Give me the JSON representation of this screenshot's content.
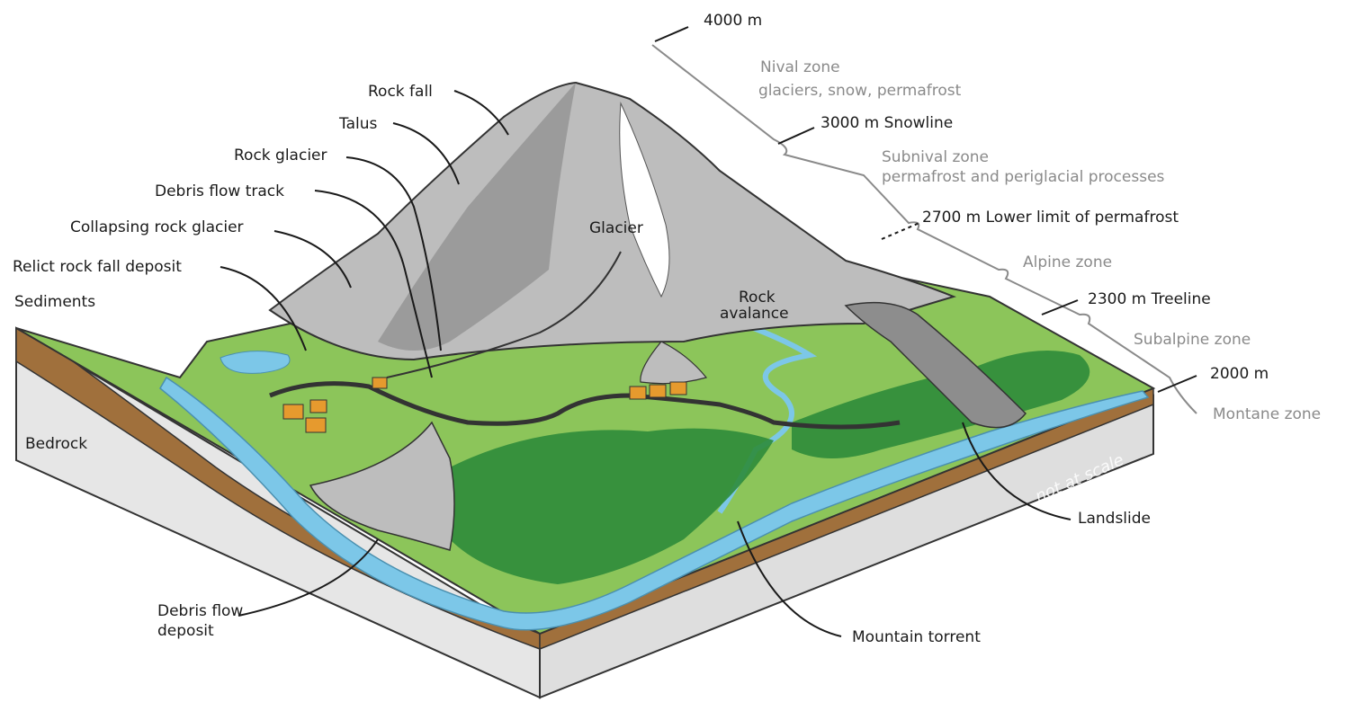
{
  "labels": {
    "rock_fall": "Rock fall",
    "talus": "Talus",
    "rock_glacier": "Rock glacier",
    "debris_flow_track": "Debris flow track",
    "collapsing_rock_glacier": "Collapsing rock glacier",
    "relict_rock_fall_deposit": "Relict rock fall deposit",
    "sediments": "Sediments",
    "bedrock": "Bedrock",
    "glacier": "Glacier",
    "rock_avalanche_line1": "Rock",
    "rock_avalanche_line2": "avalance",
    "debris_flow_deposit_line1": "Debris flow",
    "debris_flow_deposit_line2": "deposit",
    "mountain_torrent": "Mountain torrent",
    "landslide": "Landslide",
    "not_at_scale": "not at scale"
  },
  "altitude": {
    "m4000": "4000 m",
    "nival_line1": "Nival zone",
    "nival_line2": "glaciers, snow, permafrost",
    "m3000": "3000 m Snowline",
    "subnival_line1": "Subnival zone",
    "subnival_line2": "permafrost and periglacial processes",
    "m2700": "2700 m Lower limit of permafrost",
    "alpine": "Alpine zone",
    "m2300": "2300 m Treeline",
    "subalpine": "Subalpine zone",
    "m2000": "2000 m",
    "montane": "Montane zone"
  },
  "colors": {
    "grass": "#8cc55a",
    "forest": "#2e8b3a",
    "water": "#7cc7e8",
    "rock": "#b9b9b9",
    "soil": "#a0703c",
    "bedrock": "#e4e4e4",
    "house": "#e69a2e"
  }
}
